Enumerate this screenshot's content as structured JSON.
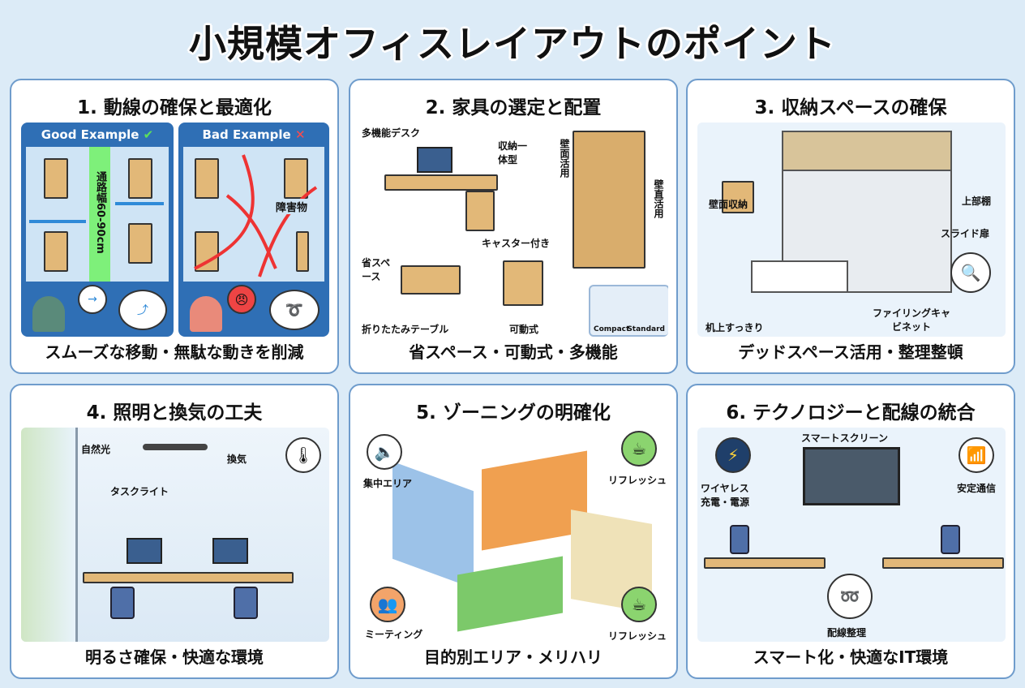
{
  "title": "小規模オフィスレイアウトのポイント",
  "panels": [
    {
      "title": "1. 動線の確保と最適化",
      "caption": "スムーズな移動・無駄な動きを削減",
      "good_label": "Good Example",
      "good_mark": "✔",
      "bad_label": "Bad Example",
      "bad_mark": "✕",
      "aisle": "通路幅60-90cm",
      "obstacle": "障害物"
    },
    {
      "title": "2. 家具の選定と配置",
      "caption": "省スペース・可動式・多機能",
      "labels": {
        "multi_desk": "多機能デスク",
        "storage": "収納一体型",
        "wall1": "壁面活用",
        "wall2": "壁直活用",
        "caster": "キャスター付き",
        "save_space": "省スペース",
        "folding": "折りたたみテーブル",
        "movable": "可動式",
        "compact": "Compact",
        "standard": "Standard"
      }
    },
    {
      "title": "3. 収納スペースの確保",
      "caption": "デッドスペース活用・整理整頓",
      "labels": {
        "wall_storage": "壁面収納",
        "upper_shelf": "上部棚",
        "slide_door": "スライド扉",
        "clean_desk": "机上すっきり",
        "filing": "ファイリングキャビネット"
      }
    },
    {
      "title": "4. 照明と換気の工夫",
      "caption": "明るさ確保・快適な環境",
      "labels": {
        "natural": "自然光",
        "vent": "換気",
        "task": "タスクライト"
      }
    },
    {
      "title": "5. ゾーニングの明確化",
      "caption": "目的別エリア・メリハリ",
      "labels": {
        "focus": "集中エリア",
        "refresh1": "リフレッシュ",
        "meeting": "ミーティング",
        "refresh2": "リフレッシュ"
      }
    },
    {
      "title": "6. テクノロジーと配線の統合",
      "caption": "スマート化・快適なIT環境",
      "labels": {
        "screen": "スマートスクリーン",
        "wireless": "ワイヤレス充電・電源",
        "network": "安定通信",
        "cable": "配線整理"
      }
    }
  ],
  "colors": {
    "accent": "#6f9ccc",
    "good": "#2f7fc8",
    "bad": "#e23b3b",
    "aisle": "#7ef07a"
  }
}
